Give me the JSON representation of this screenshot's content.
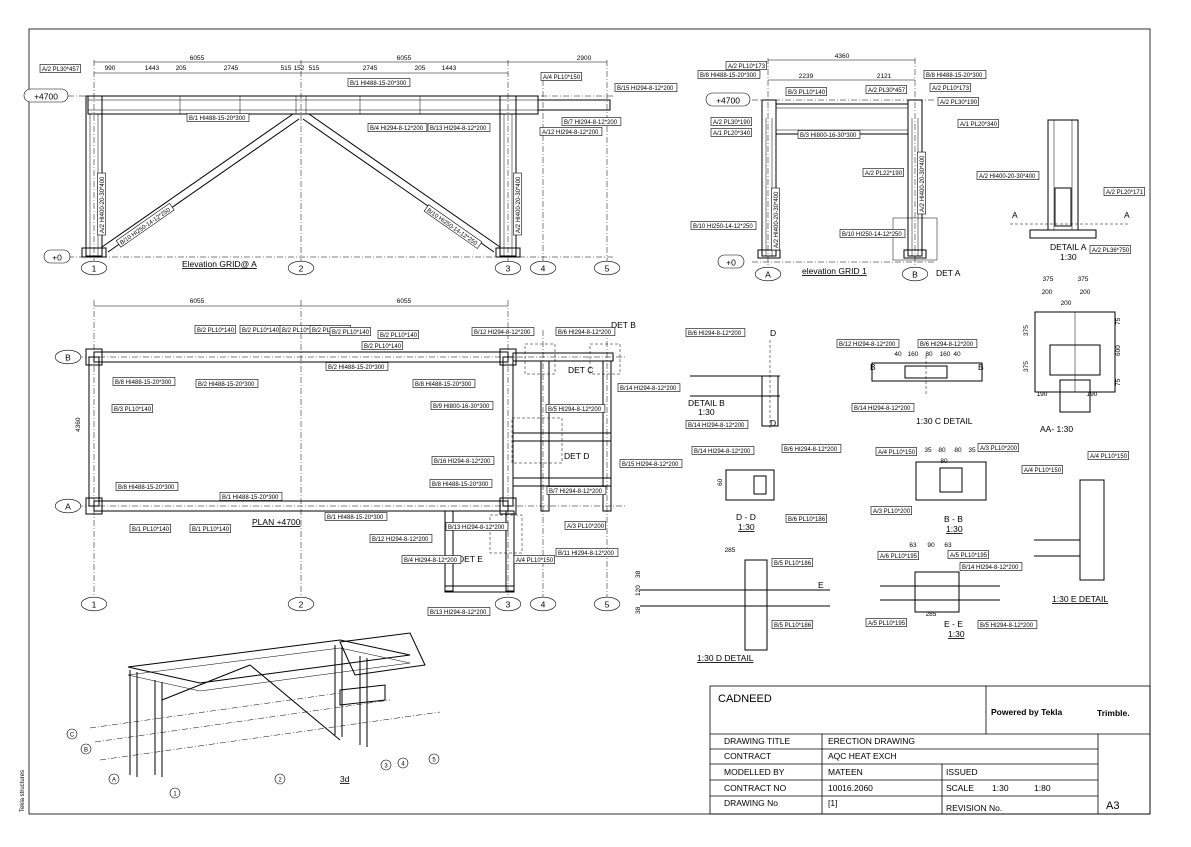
{
  "side_text": "Tekla structures",
  "elevation_a": {
    "title": "Elevation GRID@ A",
    "level_top": "+4700",
    "level_bottom": "+0",
    "grids": [
      "1",
      "2",
      "3",
      "4",
      "5"
    ],
    "dims_total": [
      "6055",
      "6055",
      "2900"
    ],
    "dims_detail": [
      "990",
      "1443",
      "205",
      "2745",
      "515",
      "152",
      "515",
      "2745",
      "205",
      "1443"
    ],
    "labels": [
      "A/2 PL30*457",
      "B/1 HI488-15-20*300",
      "B/1 HI488-15-20*300",
      "A/4 PL10*150",
      "B/15 HI294-8-12*200",
      "B/4 HI294-8-12*200",
      "B/13 HI294-8-12*200",
      "B/7 HI294-8-12*200",
      "A/12 HI294-8-12*200",
      "A/2 HI400-20-30*400",
      "A/2 HI400-20-30*400",
      "B/10 HI250-14-12*250",
      "B/10 HI250-14-12*250"
    ]
  },
  "elevation_1": {
    "title": "elevation GRID 1",
    "det": "DET A",
    "level_top": "+4700",
    "level_bottom": "+0",
    "grids": [
      "A",
      "B"
    ],
    "dims": [
      "4360",
      "2239",
      "2121"
    ],
    "labels": [
      "A/2 PL10*173",
      "B/8 HI488-15-20*300",
      "B/8 HI488-15-20*300",
      "A/2 PL10*173",
      "B/3 PL10*140",
      "A/2 PL30*457",
      "A/2 PL30*190",
      "A/2 PL30*190",
      "A/1 PL20*340",
      "A/1 PL20*340",
      "B/3 HI800-16-30*300",
      "A/2 PL22*190",
      "A/2 HI400-20-30*400",
      "A/2 HI400-20-30*400",
      "B/10 HI250-14-12*250",
      "B/10 HI250-14-12*250"
    ]
  },
  "detail_a": {
    "title": "DETAIL A",
    "scale": "1:30",
    "labels": [
      "A/2 HI400-20-30*400",
      "A/2 PL20*171",
      "A/2 PL36*750"
    ],
    "section_mark": "A"
  },
  "plan": {
    "title": "PLAN +4700",
    "grids_x": [
      "1",
      "2",
      "3",
      "4",
      "5"
    ],
    "grids_y": [
      "A",
      "B"
    ],
    "dims": [
      "6055",
      "6055"
    ],
    "dim_v": "4360",
    "dets": [
      "DET B",
      "DET C",
      "DET D",
      "DET E"
    ],
    "labels": [
      "B/2 PL10*140",
      "B/2 PL10*140",
      "B/2 PL10*140",
      "B/2 PL10*140",
      "B/2 PL10*140",
      "B/2 PL10*140",
      "B/2 PL10*140",
      "B/12 HI294-8-12*200",
      "B/6 HI294-8-12*200",
      "B/8 HI488-15-20*300",
      "B/2 HI488-15-20*300",
      "B/2 HI488-15-20*300",
      "B/8 HI488-15-20*300",
      "B/14 HI294-8-12*200",
      "B/3 PL10*140",
      "B/9 HI800-16-30*300",
      "B/5 HI294-8-12*200",
      "B/16 HI294-8-12*200",
      "B/15 HI294-8-12*200",
      "B/8 HI488-15-20*300",
      "B/8 HI488-15-20*300",
      "B/1 HI488-15-20*300",
      "B/1 HI488-15-20*300",
      "B/7 HI294-8-12*200",
      "B/1 PL10*140",
      "B/1 PL10*140",
      "B/13 HI294-8-12*200",
      "A/3 PL10*200",
      "B/12 HI294-8-12*200",
      "B/11 HI294-8-12*200",
      "B/4 HI294-8-12*200",
      "A/4 PL10*150",
      "B/13 HI294-8-12*200"
    ]
  },
  "detail_b": {
    "title": "DETAIL B",
    "scale": "1:30",
    "labels": [
      "B/6 HI294-8-12*200",
      "B/14 HI294-8-12*200"
    ],
    "marks": [
      "D",
      "D"
    ]
  },
  "detail_c": {
    "title": "1:30 C DETAIL",
    "labels": [
      "B/12 HI294-8-12*200",
      "B/6 HI294-8-12*200",
      "B/14 HI294-8-12*200"
    ],
    "dims": [
      "40",
      "160",
      "80",
      "160",
      "40"
    ],
    "marks": [
      "B",
      "B"
    ]
  },
  "detail_aa": {
    "title": "AA- 1:30",
    "dims_top": [
      "375",
      "375"
    ],
    "dims_mid": [
      "200",
      "200"
    ],
    "dim_center": "200",
    "dims_side": [
      "375",
      "375"
    ],
    "dims_right": [
      "75",
      "600",
      "75"
    ],
    "dims_bottom": [
      "190",
      "190"
    ]
  },
  "detail_dd": {
    "title": "D - D",
    "scale": "1:30",
    "labels": [
      "B/14 HI294-8-12*200",
      "B/6 HI294-8-12*200",
      "B/6 PL10*186"
    ],
    "dim": "60"
  },
  "detail_bb": {
    "title": "B - B",
    "scale": "1:30",
    "labels": [
      "A/4 PL10*150",
      "A/3 PL10*200",
      "A/3 PL10*200"
    ],
    "dims": [
      "35",
      "80",
      "80",
      "35"
    ],
    "dim_mid": "80"
  },
  "detail_e": {
    "title": "1:30 E DETAIL",
    "labels": [
      "A/4 PL10*150",
      "A/4 PL10*150"
    ]
  },
  "detail_d": {
    "title": "1:30 D DETAIL",
    "dim_top": "285",
    "dims_left": [
      "38",
      "120",
      "38"
    ],
    "labels": [
      "B/5 PL10*186",
      "B/5 PL10*186"
    ],
    "mark": "E"
  },
  "detail_ee": {
    "title": "E - E",
    "scale": "1:30",
    "dims_top": [
      "63",
      "90",
      "63"
    ],
    "dim_bottom": "285",
    "labels": [
      "A/6 PL10*195",
      "A/5 PL10*195",
      "B/14 HI294-8-12*200",
      "A/5 PL10*195",
      "B/5 HI294-8-12*200"
    ]
  },
  "iso": {
    "title": "3d",
    "grids_x": [
      "1",
      "2",
      "3",
      "4",
      "5"
    ],
    "grids_y": [
      "A",
      "B",
      "C"
    ]
  },
  "title_block": {
    "company": "CADNEED",
    "powered_by": "Powered by Tekla",
    "brand": "Trimble.",
    "rows": [
      {
        "label": "DRAWING TITLE",
        "value": "ERECTION DRAWING"
      },
      {
        "label": "CONTRACT",
        "value": "AQC HEAT EXCH"
      },
      {
        "label": "MODELLED BY",
        "value": "MATEEN"
      },
      {
        "label": "CONTRACT NO",
        "value": "10016.2060"
      },
      {
        "label": "DRAWING No",
        "value": "[1]"
      }
    ],
    "issued": "ISSUED",
    "scale_label": "SCALE",
    "scales": [
      "1:30",
      "1:80"
    ],
    "revision": "REVISION No.",
    "sheet": "A3"
  }
}
